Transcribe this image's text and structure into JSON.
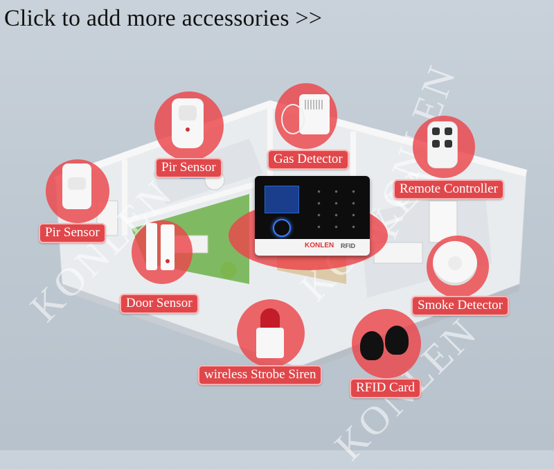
{
  "headline": "Click to add more accessories >>",
  "watermark": "KONLEN",
  "panel": {
    "brand": "KONLEN",
    "rfid": "RFID"
  },
  "accessories": [
    {
      "id": "pir-top",
      "label": "Pir Sensor"
    },
    {
      "id": "gas",
      "label": "Gas Detector"
    },
    {
      "id": "remote",
      "label": "Remote Controller"
    },
    {
      "id": "pir-left",
      "label": "Pir Sensor"
    },
    {
      "id": "door",
      "label": "Door Sensor"
    },
    {
      "id": "smoke",
      "label": "Smoke Detector"
    },
    {
      "id": "siren",
      "label": "wireless Strobe Siren"
    },
    {
      "id": "rfid",
      "label": "RFID Card"
    }
  ],
  "colors": {
    "circle": "#eb464b",
    "label_bg": "#e0474b",
    "panel": "#111111"
  }
}
